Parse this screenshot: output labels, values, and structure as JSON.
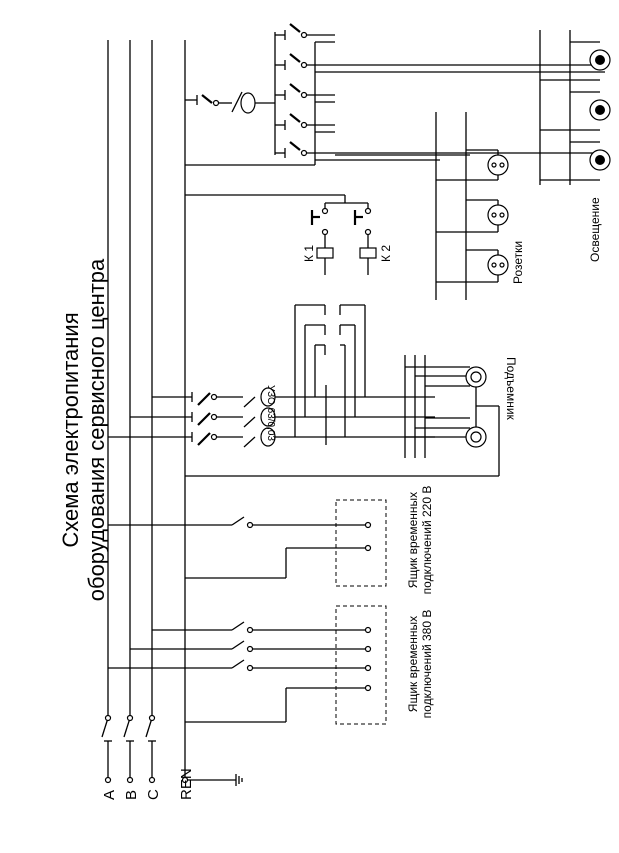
{
  "title": {
    "line1": "Схема электропитания",
    "line2": "оборудования сервисного центра"
  },
  "buses": {
    "a": "A",
    "b": "B",
    "c": "C",
    "ren": "REN"
  },
  "boxes": {
    "box380": "Ящик временных подключений 380 В",
    "box220": "Ящик временных подключений 220 В"
  },
  "lift": {
    "label": "Подъемник",
    "rcd": "УЗО 63/0,03"
  },
  "contactors": {
    "k1": "К 1",
    "k2": "К 2"
  },
  "sockets": {
    "label": "Розетки"
  },
  "lighting": {
    "label": "Освещение"
  }
}
